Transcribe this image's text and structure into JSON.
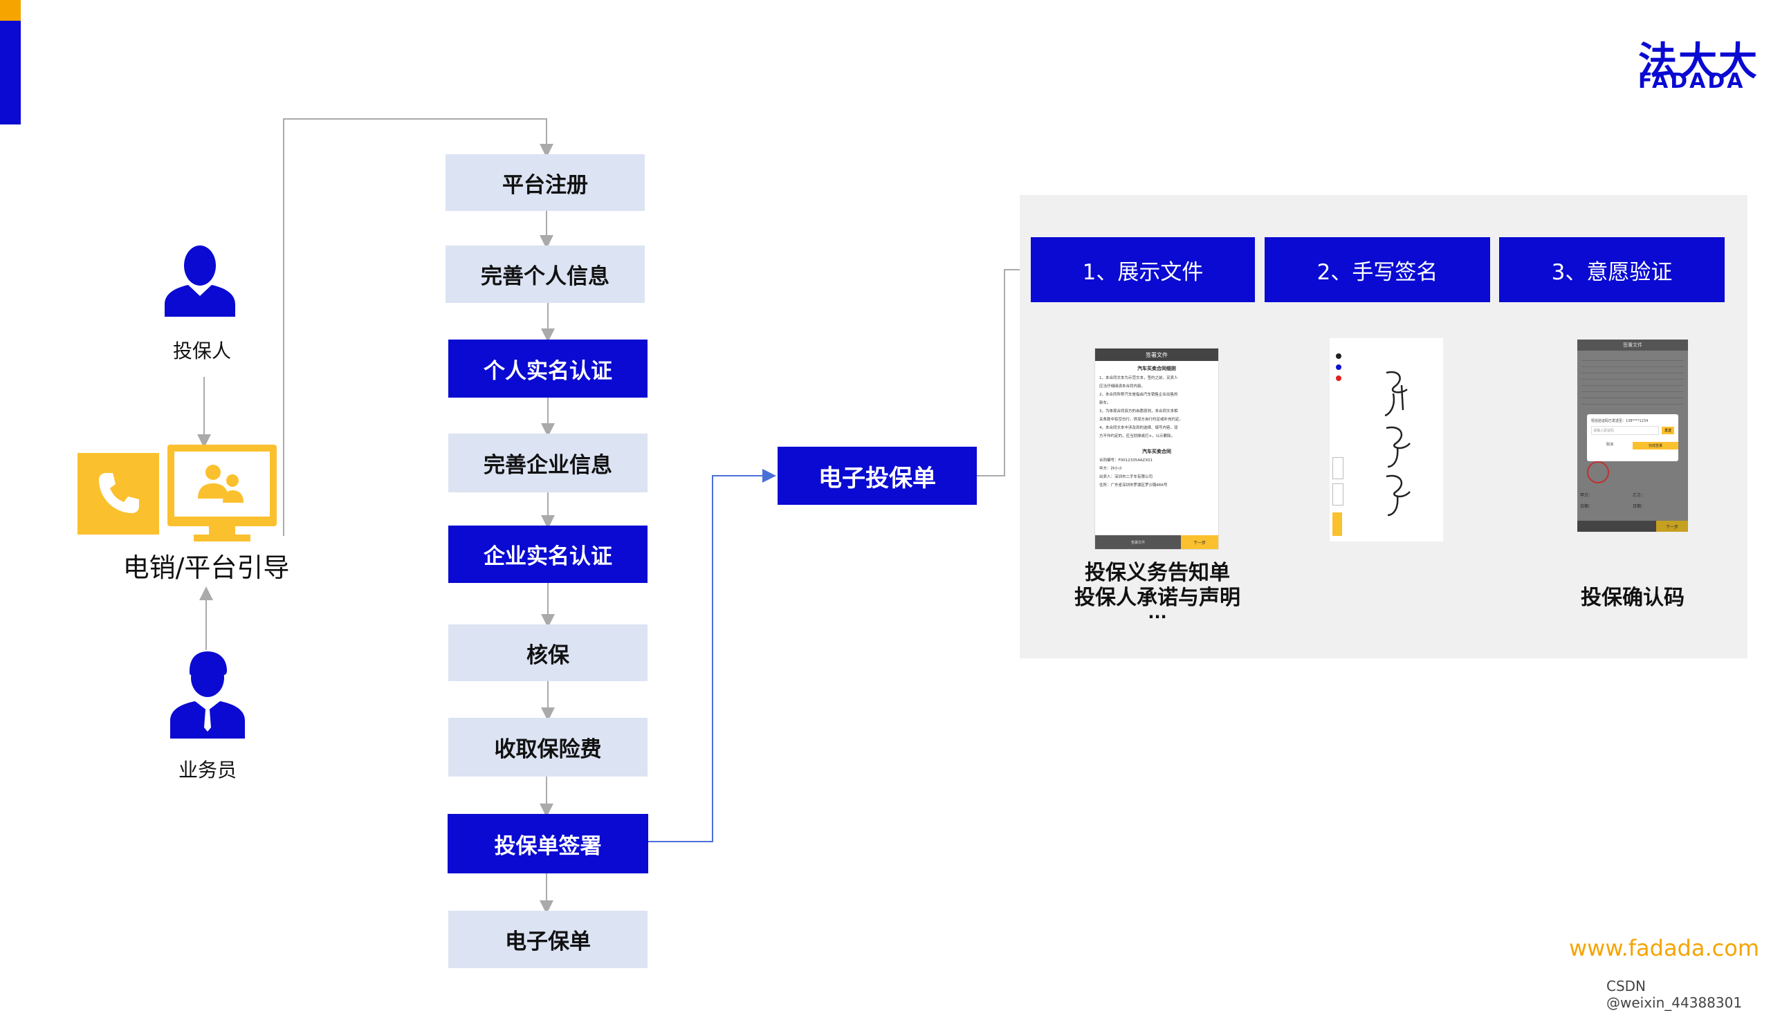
{
  "flow": {
    "steps": [
      "平台注册",
      "完善个人信息",
      "个人实名认证",
      "完善企业信息",
      "企业实名认证",
      "核保",
      "收取保险费",
      "投保单签署",
      "电子保单"
    ],
    "center_label": "电子投保单"
  },
  "left": {
    "insured_label": "投保人",
    "guide_label": "电销/平台引导",
    "agent_label": "业务员"
  },
  "signing": {
    "steps": [
      "1、展示文件",
      "2、手写签名",
      "3、意愿验证"
    ],
    "captions": {
      "documents_line1": "投保义务告知单",
      "documents_line2": "投保人承诺与声明",
      "documents_line3": "...",
      "verify": "投保确认码"
    },
    "doc_shot": {
      "header": "签署文件",
      "title": "汽车买卖合同细则",
      "lines": [
        "1，本合同文本为示范文本，签约之前，买卖人",
        "应当仔细阅读本合同内容。",
        "2，本合同所称汽车是指由汽车销售企业出售的",
        "新车。",
        "3，为体现合同双方的自愿原则，本合同文本相",
        "关条款中有空白行，供双方自行约定或补充约定。",
        "4，本合同文本中涉及到的选择、填写内容，双",
        "方不作约定的，应当划掉或打×，以示删除。"
      ],
      "contract_title": "汽车买卖合同",
      "fields": [
        "合同编号：F00123354AZX01",
        "甲方：孙小小",
        "出卖人：深圳市二手车有限公司",
        "住所：广东省深圳市罗湖区罗沙路666号"
      ],
      "next_button": "下一步",
      "footer_icon_label": "签署文件"
    },
    "verify_shot": {
      "header": "签署文件",
      "dialog_line1": "短信验证码已发送至：138****1234",
      "dialog_line2": "请输入验证码",
      "dialog_button": "发送",
      "dialog_cancel": "取消",
      "dialog_confirm": "完成签署",
      "sign_a": "甲方：",
      "sign_b": "乙方：",
      "date_a": "日期：",
      "date_b": "日期：",
      "next_button": "下一步"
    }
  },
  "brand": {
    "logo_cn": "法大大",
    "logo_en": "FADADA",
    "url": "www.fadada.com",
    "watermark": "CSDN @weixin_44388301"
  },
  "colors": {
    "blue": "#0a0ad2",
    "light_box": "#dce3f3",
    "yellow": "#fbc02d",
    "arrow": "#aaaaaa",
    "blue_line": "#4a6fd6"
  }
}
